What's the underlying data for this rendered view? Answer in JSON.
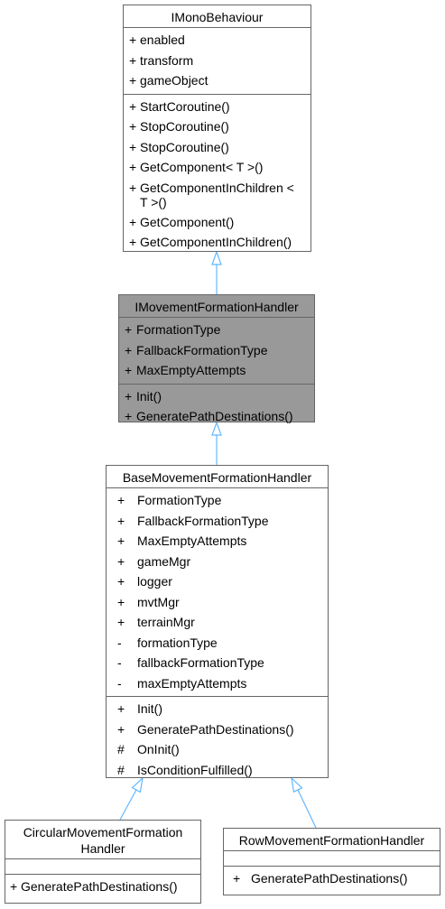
{
  "colors": {
    "border": "#666666",
    "highlight_fill": "#999999",
    "arrow": "#63b8ff",
    "background": "#ffffff"
  },
  "classes": {
    "imono": {
      "name": "IMonoBehaviour",
      "attributes": [
        {
          "vis": "+",
          "name": "enabled"
        },
        {
          "vis": "+",
          "name": "transform"
        },
        {
          "vis": "+",
          "name": "gameObject"
        }
      ],
      "operations": [
        {
          "vis": "+",
          "name": "StartCoroutine()"
        },
        {
          "vis": "+",
          "name": "StopCoroutine()"
        },
        {
          "vis": "+",
          "name": "StopCoroutine()"
        },
        {
          "vis": "+",
          "name": "GetComponent< T >()"
        },
        {
          "vis": "+",
          "name": "GetComponentInChildren < T >()"
        },
        {
          "vis": "+",
          "name": "GetComponent()"
        },
        {
          "vis": "+",
          "name": "GetComponentInChildren()"
        }
      ]
    },
    "imovement": {
      "name": "IMovementFormationHandler",
      "attributes": [
        {
          "vis": "+",
          "name": "FormationType"
        },
        {
          "vis": "+",
          "name": "FallbackFormationType"
        },
        {
          "vis": "+",
          "name": "MaxEmptyAttempts"
        }
      ],
      "operations": [
        {
          "vis": "+",
          "name": "Init()"
        },
        {
          "vis": "+",
          "name": "GeneratePathDestinations()"
        }
      ]
    },
    "base": {
      "name": "BaseMovementFormationHandler",
      "attributes": [
        {
          "vis": "+",
          "name": "FormationType"
        },
        {
          "vis": "+",
          "name": "FallbackFormationType"
        },
        {
          "vis": "+",
          "name": "MaxEmptyAttempts"
        },
        {
          "vis": "+",
          "name": "gameMgr"
        },
        {
          "vis": "+",
          "name": "logger"
        },
        {
          "vis": "+",
          "name": "mvtMgr"
        },
        {
          "vis": "+",
          "name": "terrainMgr"
        },
        {
          "vis": "-",
          "name": "formationType"
        },
        {
          "vis": "-",
          "name": "fallbackFormationType"
        },
        {
          "vis": "-",
          "name": "maxEmptyAttempts"
        }
      ],
      "operations": [
        {
          "vis": "+",
          "name": "Init()"
        },
        {
          "vis": "+",
          "name": "GeneratePathDestinations()"
        },
        {
          "vis": "#",
          "name": "OnInit()"
        },
        {
          "vis": "#",
          "name": "IsConditionFulfilled()"
        }
      ]
    },
    "circular": {
      "name": "CircularMovementFormation Handler",
      "attributes": [],
      "operations": [
        {
          "vis": "+",
          "name": "GeneratePathDestinations()"
        }
      ]
    },
    "row": {
      "name": "RowMovementFormationHandler",
      "attributes": [],
      "operations": [
        {
          "vis": "+",
          "name": "GeneratePathDestinations()"
        }
      ]
    }
  }
}
